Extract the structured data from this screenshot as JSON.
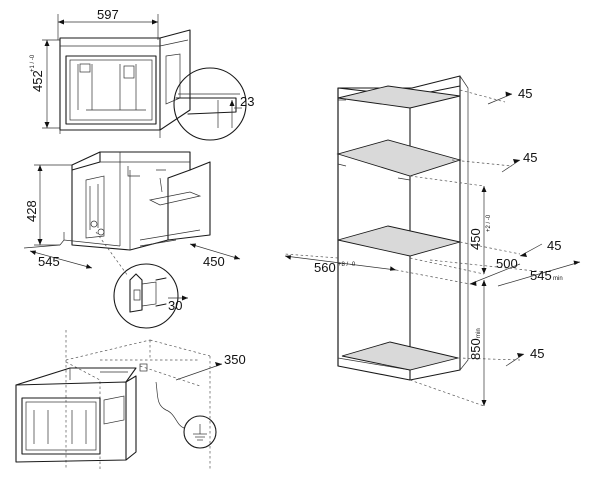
{
  "oven_front": {
    "width": "597",
    "height": "452",
    "height_tol": "+1 / -0",
    "gap": "23"
  },
  "oven_side": {
    "height": "428",
    "depth": "545",
    "rear": "450",
    "angle": "30"
  },
  "install": {
    "distance": "350"
  },
  "cabinet": {
    "top_gap": "45",
    "shelf_gap_1": "45",
    "opening_height": "450",
    "opening_tol": "+2 / -0",
    "shelf_gap_2": "45",
    "depth_500": "500",
    "depth_545": "545",
    "depth_545_suffix": "min",
    "width": "560",
    "width_tol": "+8 / -0",
    "base_height": "850",
    "base_suffix": "min",
    "bottom_gap": "45"
  }
}
